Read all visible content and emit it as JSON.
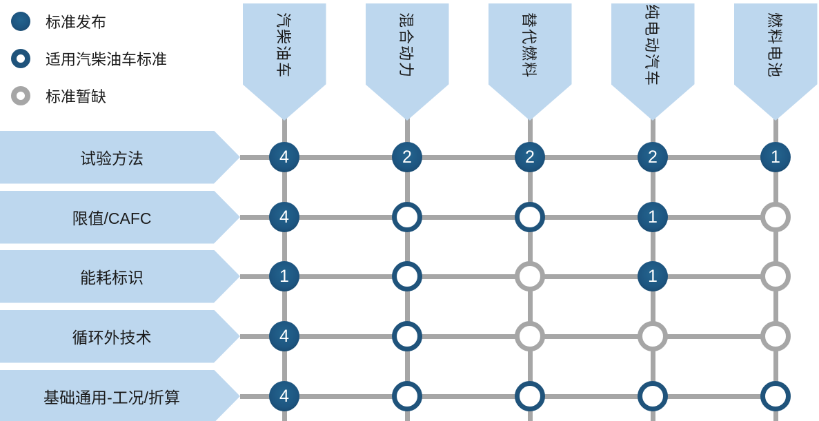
{
  "colors": {
    "dark_blue": "#1F4E79",
    "node_fill": "#1D5580",
    "light_blue": "#BDD7EE",
    "line_gray": "#A6A6A6",
    "text_dark": "#1A1A1A",
    "count_text": "#FFFFFF"
  },
  "legend": {
    "items": [
      {
        "type": "filled",
        "label": "标准发布"
      },
      {
        "type": "ring-blue",
        "label": "适用汽柴油车标准"
      },
      {
        "type": "ring-gray",
        "label": "标准暂缺"
      }
    ]
  },
  "chart_data": {
    "type": "table",
    "title": "",
    "columns": [
      "汽柴油车",
      "混合动力",
      "替代燃料",
      "纯电动汽车",
      "燃料电池"
    ],
    "rows": [
      "试验方法",
      "限值/CAFC",
      "能耗标识",
      "循环外技术",
      "基础通用-工况/折算"
    ],
    "status_legend": {
      "filled": "标准发布",
      "ring-blue": "适用汽柴油车标准",
      "ring-gray": "标准暂缺"
    },
    "cells": [
      [
        {
          "status": "filled",
          "count": "4"
        },
        {
          "status": "filled",
          "count": "2"
        },
        {
          "status": "filled",
          "count": "2"
        },
        {
          "status": "filled",
          "count": "2"
        },
        {
          "status": "filled",
          "count": "1"
        }
      ],
      [
        {
          "status": "filled",
          "count": "4"
        },
        {
          "status": "ring-blue",
          "count": ""
        },
        {
          "status": "ring-blue",
          "count": ""
        },
        {
          "status": "filled",
          "count": "1"
        },
        {
          "status": "ring-gray",
          "count": ""
        }
      ],
      [
        {
          "status": "filled",
          "count": "1"
        },
        {
          "status": "ring-blue",
          "count": ""
        },
        {
          "status": "ring-gray",
          "count": ""
        },
        {
          "status": "filled",
          "count": "1"
        },
        {
          "status": "ring-gray",
          "count": ""
        }
      ],
      [
        {
          "status": "filled",
          "count": "4"
        },
        {
          "status": "ring-blue",
          "count": ""
        },
        {
          "status": "ring-gray",
          "count": ""
        },
        {
          "status": "ring-gray",
          "count": ""
        },
        {
          "status": "ring-gray",
          "count": ""
        }
      ],
      [
        {
          "status": "filled",
          "count": "4"
        },
        {
          "status": "ring-blue",
          "count": ""
        },
        {
          "status": "ring-blue",
          "count": ""
        },
        {
          "status": "ring-blue",
          "count": ""
        },
        {
          "status": "ring-blue",
          "count": ""
        }
      ]
    ]
  }
}
